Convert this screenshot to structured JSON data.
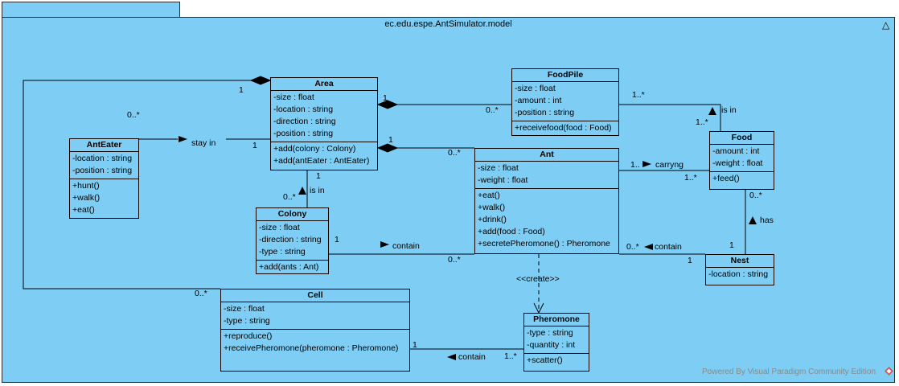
{
  "package": {
    "name": "ec.edu.espe.AntSimulator.model"
  },
  "classes": {
    "area": {
      "name": "Area",
      "attributes": [
        "-size : float",
        "-location : string",
        "-direction : string",
        "-position : string"
      ],
      "operations": [
        "+add(colony : Colony)",
        "+add(antEater : AntEater)"
      ]
    },
    "foodpile": {
      "name": "FoodPile",
      "attributes": [
        "-size : float",
        "-amount : int",
        "-position : string"
      ],
      "operations": [
        "+receivefood(food : Food)"
      ]
    },
    "anteater": {
      "name": "AntEater",
      "attributes": [
        "-location : string",
        "-position : string"
      ],
      "operations": [
        "+hunt()",
        "+walk()",
        "+eat()"
      ]
    },
    "ant": {
      "name": "Ant",
      "attributes": [
        "-size : float",
        "-weight : float"
      ],
      "operations": [
        "+eat()",
        "+walk()",
        "+drink()",
        "+add(food : Food)",
        "+secretePheromone() : Pheromone"
      ]
    },
    "food": {
      "name": "Food",
      "attributes": [
        "-amount : int",
        "-weight : float"
      ],
      "operations": [
        "+feed()"
      ]
    },
    "colony": {
      "name": "Colony",
      "attributes": [
        "-size : float",
        "-direction : string",
        "-type : string"
      ],
      "operations": [
        "+add(ants : Ant)"
      ]
    },
    "nest": {
      "name": "Nest",
      "attributes": [
        "-location : string"
      ],
      "operations": []
    },
    "cell": {
      "name": "Cell",
      "attributes": [
        "-size : float",
        "-type : string"
      ],
      "operations": [
        "+reproduce()",
        "+receivePheromone(pheromone : Pheromone)"
      ]
    },
    "pheromone": {
      "name": "Pheromone",
      "attributes": [
        "-type : string",
        "-quantity : int"
      ],
      "operations": [
        "+scatter()"
      ]
    }
  },
  "relations": {
    "stay_in": "stay in",
    "is_in_colony": "is in",
    "is_in_food": "is in",
    "carrying": "carryng",
    "has": "has",
    "contain_colony": "contain",
    "contain_nest": "contain",
    "contain_cell": "contain",
    "create": "<<create>>"
  },
  "multiplicities": {
    "cell_area_area": "1",
    "cell_area_cell": "0..*",
    "anteater_top": "0..*",
    "anteater_area": "1",
    "area_foodpile": "1",
    "foodpile_area": "0..*",
    "area_ant": "1",
    "ant_area": "0..*",
    "area_colony": "1",
    "colony_area": "0..*",
    "foodpile_food": "1..*",
    "food_foodpile": "1..*",
    "ant_food": "1..",
    "food_ant": "1..*",
    "food_nest": "0..*",
    "nest_food": "1",
    "colony_ant_colony": "1",
    "colony_ant_ant": "0..*",
    "ant_nest_ant": "0..*",
    "ant_nest_nest": "1",
    "cell_pher_cell": "1",
    "cell_pher_pher": "1..*"
  },
  "footer": {
    "text": "Powered By  Visual Paradigm Community Edition"
  },
  "colors": {
    "package_fill": "#7ecdf4",
    "line": "#000000",
    "footer_text": "#8a8a8a"
  }
}
